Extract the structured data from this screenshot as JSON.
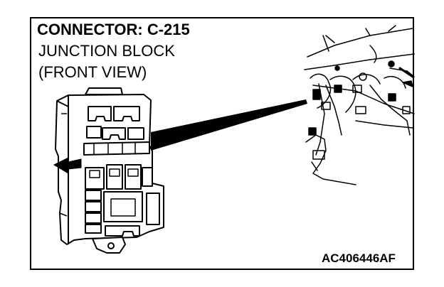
{
  "connector_title": "CONNECTOR: C-215",
  "subtitle_line1": "JUNCTION BLOCK",
  "subtitle_line2": "(FRONT VIEW)",
  "figure_code": "AC406446AF",
  "colors": {
    "line": "#000000",
    "background": "#ffffff"
  },
  "icons": [
    "pointer-arrow-icon",
    "callout-wedge"
  ]
}
